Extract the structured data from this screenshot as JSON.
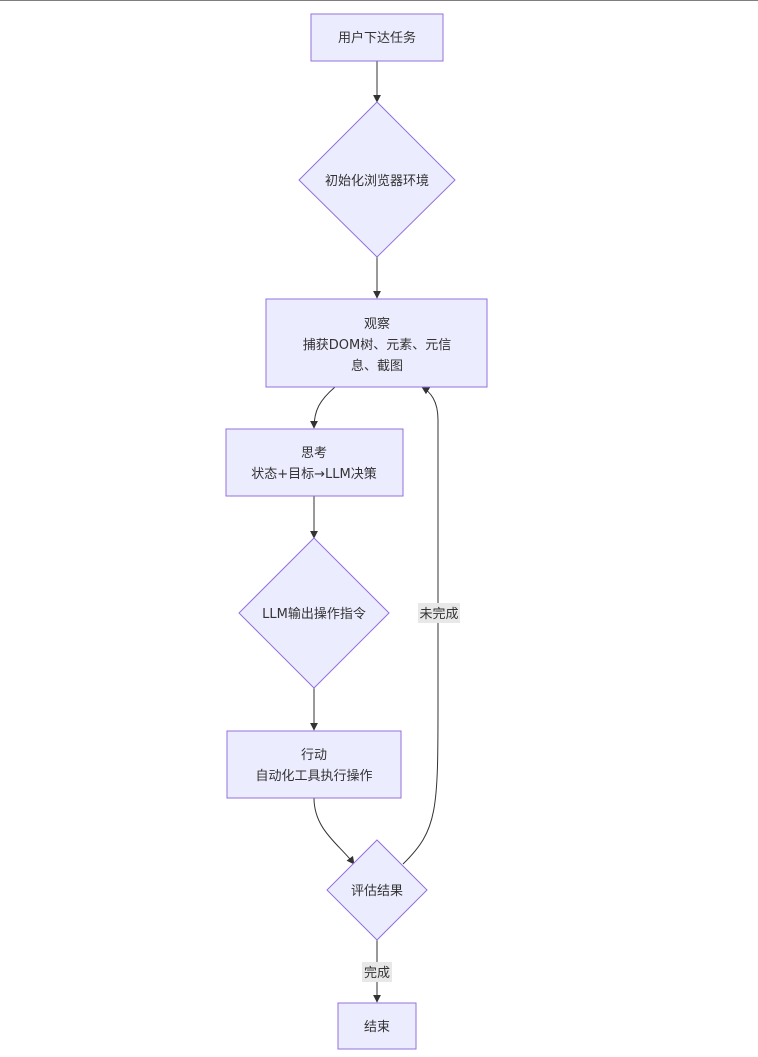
{
  "nodes": {
    "start": "用户下达任务",
    "init": "初始化浏览器环境",
    "observe": {
      "line1": "观察",
      "line2": "捕获DOM树、元素、元信",
      "line3": "息、截图"
    },
    "think": {
      "line1": "思考",
      "line2": "状态+目标→LLM决策"
    },
    "llm": "LLM输出操作指令",
    "act": {
      "line1": "行动",
      "line2": "自动化工具执行操作"
    },
    "evaluate": "评估结果",
    "end": "结束"
  },
  "edges": {
    "incomplete": "未完成",
    "complete": "完成"
  },
  "colors": {
    "node_fill": "#ececff",
    "node_stroke": "#9370db",
    "edge": "#333333",
    "edge_label_bg": "#e8e8e8"
  }
}
